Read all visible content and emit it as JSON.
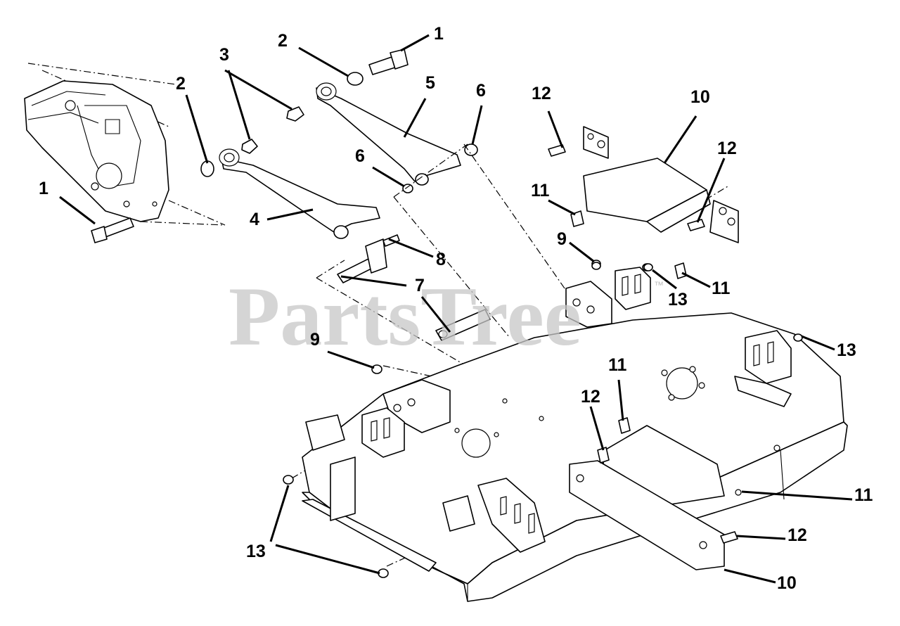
{
  "watermark": {
    "text": "PartsTree",
    "trademark": "™"
  },
  "callouts": [
    {
      "id": "c1a",
      "label": "1"
    },
    {
      "id": "c1b",
      "label": "1"
    },
    {
      "id": "c2a",
      "label": "2"
    },
    {
      "id": "c2b",
      "label": "2"
    },
    {
      "id": "c3",
      "label": "3"
    },
    {
      "id": "c4",
      "label": "4"
    },
    {
      "id": "c5",
      "label": "5"
    },
    {
      "id": "c6a",
      "label": "6"
    },
    {
      "id": "c6b",
      "label": "6"
    },
    {
      "id": "c7",
      "label": "7"
    },
    {
      "id": "c8",
      "label": "8"
    },
    {
      "id": "c9a",
      "label": "9"
    },
    {
      "id": "c9b",
      "label": "9"
    },
    {
      "id": "c10a",
      "label": "10"
    },
    {
      "id": "c10b",
      "label": "10"
    },
    {
      "id": "c11a",
      "label": "11"
    },
    {
      "id": "c11b",
      "label": "11"
    },
    {
      "id": "c11c",
      "label": "11"
    },
    {
      "id": "c11d",
      "label": "11"
    },
    {
      "id": "c12a",
      "label": "12"
    },
    {
      "id": "c12b",
      "label": "12"
    },
    {
      "id": "c12c",
      "label": "12"
    },
    {
      "id": "c12d",
      "label": "12"
    },
    {
      "id": "c13a",
      "label": "13"
    },
    {
      "id": "c13b",
      "label": "13"
    },
    {
      "id": "c13c",
      "label": "13"
    }
  ]
}
